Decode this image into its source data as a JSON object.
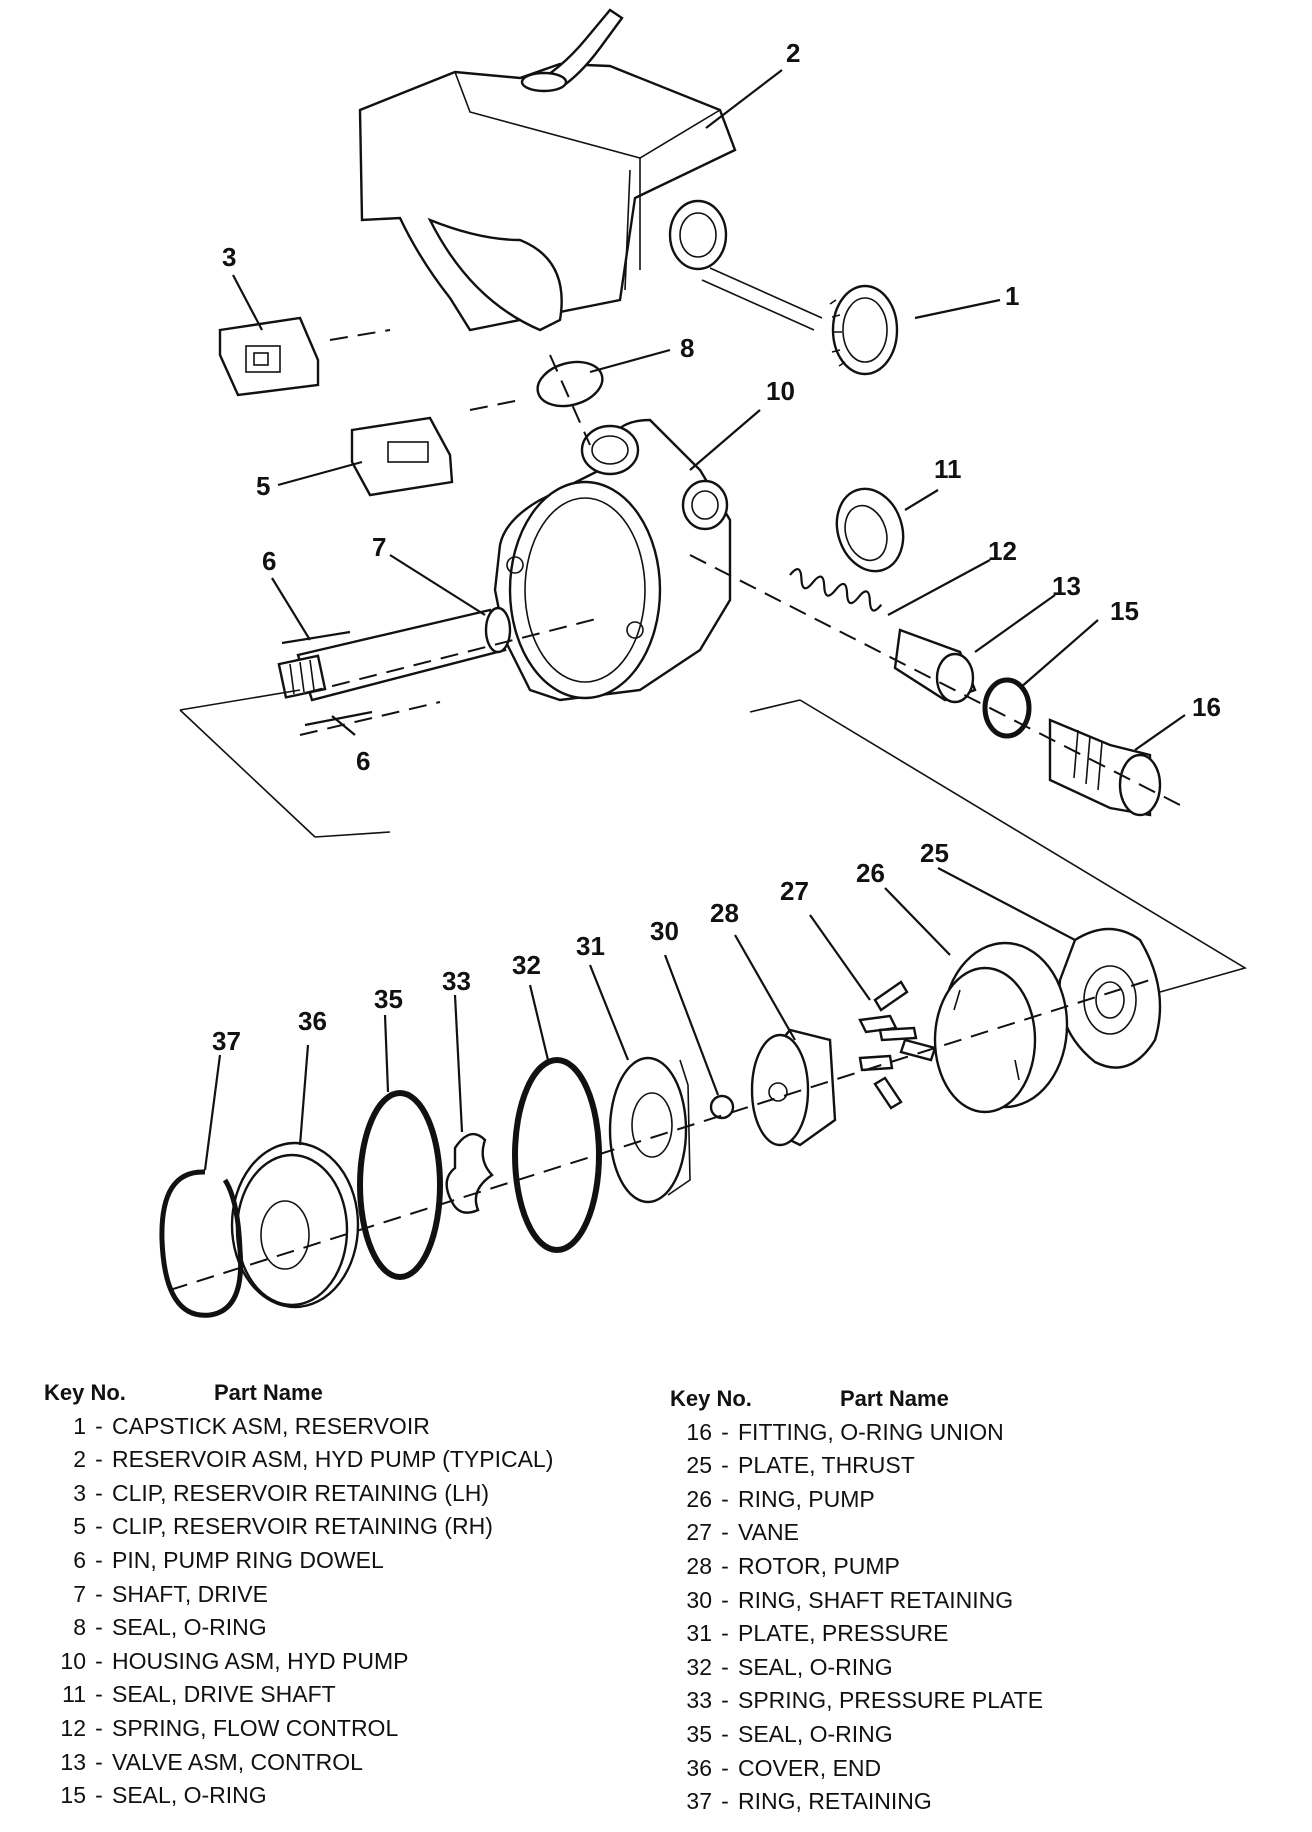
{
  "diagram": {
    "callouts": [
      "1",
      "2",
      "3",
      "5",
      "6",
      "7",
      "8",
      "10",
      "11",
      "12",
      "13",
      "15",
      "16",
      "6",
      "25",
      "26",
      "27",
      "28",
      "30",
      "31",
      "32",
      "33",
      "35",
      "36",
      "37"
    ]
  },
  "legend": {
    "left": {
      "header_key": "Key No.",
      "header_part": "Part Name",
      "rows": [
        {
          "key": "1",
          "name": "CAPSTICK ASM, RESERVOIR"
        },
        {
          "key": "2",
          "name": "RESERVOIR ASM, HYD PUMP (TYPICAL)"
        },
        {
          "key": "3",
          "name": "CLIP, RESERVOIR RETAINING (LH)"
        },
        {
          "key": "5",
          "name": "CLIP, RESERVOIR RETAINING (RH)"
        },
        {
          "key": "6",
          "name": "PIN, PUMP RING DOWEL"
        },
        {
          "key": "7",
          "name": "SHAFT, DRIVE"
        },
        {
          "key": "8",
          "name": "SEAL, O-RING"
        },
        {
          "key": "10",
          "name": "HOUSING ASM, HYD PUMP"
        },
        {
          "key": "11",
          "name": "SEAL, DRIVE SHAFT"
        },
        {
          "key": "12",
          "name": "SPRING, FLOW CONTROL"
        },
        {
          "key": "13",
          "name": "VALVE ASM, CONTROL"
        },
        {
          "key": "15",
          "name": "SEAL, O-RING"
        }
      ]
    },
    "right": {
      "header_key": "Key No.",
      "header_part": "Part Name",
      "rows": [
        {
          "key": "16",
          "name": "FITTING, O-RING UNION"
        },
        {
          "key": "25",
          "name": "PLATE, THRUST"
        },
        {
          "key": "26",
          "name": "RING, PUMP"
        },
        {
          "key": "27",
          "name": "VANE"
        },
        {
          "key": "28",
          "name": "ROTOR, PUMP"
        },
        {
          "key": "30",
          "name": "RING, SHAFT RETAINING"
        },
        {
          "key": "31",
          "name": "PLATE, PRESSURE"
        },
        {
          "key": "32",
          "name": "SEAL, O-RING"
        },
        {
          "key": "33",
          "name": "SPRING, PRESSURE PLATE"
        },
        {
          "key": "35",
          "name": "SEAL, O-RING"
        },
        {
          "key": "36",
          "name": "COVER, END"
        },
        {
          "key": "37",
          "name": "RING, RETAINING"
        }
      ]
    },
    "separator": "-"
  }
}
